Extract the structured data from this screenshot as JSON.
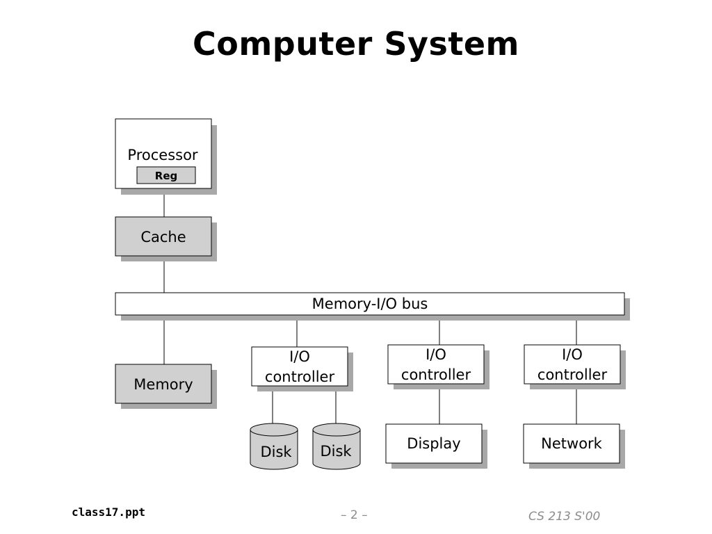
{
  "slide": {
    "title": "Computer System"
  },
  "diagram": {
    "processor": {
      "label": "Processor",
      "register": "Reg"
    },
    "cache": "Cache",
    "bus": "Memory-I/O bus",
    "memory": "Memory",
    "io_controllers": [
      {
        "line1": "I/O",
        "line2": "controller"
      },
      {
        "line1": "I/O",
        "line2": "controller"
      },
      {
        "line1": "I/O",
        "line2": "controller"
      }
    ],
    "disks": [
      "Disk",
      "Disk"
    ],
    "display": "Display",
    "network": "Network"
  },
  "footer": {
    "file": "class17.ppt",
    "page": "– 2 –",
    "course": "CS 213 S'00"
  }
}
